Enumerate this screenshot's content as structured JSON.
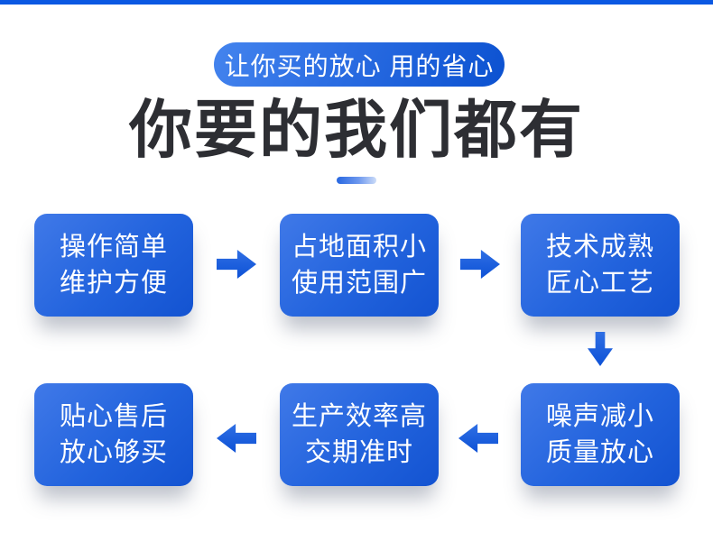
{
  "header": {
    "badge_label": "让你买的放心 用的省心",
    "title": "你要的我们都有"
  },
  "flow": {
    "boxes": [
      {
        "line1": "操作简单",
        "line2": "维护方便"
      },
      {
        "line1": "占地面积小",
        "line2": "使用范围广"
      },
      {
        "line1": "技术成熟",
        "line2": "匠心工艺"
      },
      {
        "line1": "噪声减小",
        "line2": "质量放心"
      },
      {
        "line1": "生产效率高",
        "line2": "交期准时"
      },
      {
        "line1": "贴心售后",
        "line2": "放心够买"
      }
    ],
    "arrows": [
      {
        "from": 1,
        "to": 2,
        "direction": "right"
      },
      {
        "from": 2,
        "to": 3,
        "direction": "right"
      },
      {
        "from": 3,
        "to": 4,
        "direction": "down"
      },
      {
        "from": 4,
        "to": 5,
        "direction": "left"
      },
      {
        "from": 5,
        "to": 6,
        "direction": "left"
      }
    ]
  },
  "colors": {
    "top_bar_blue": "#0b58e2",
    "box_gradient_start": "#4079e8",
    "box_gradient_end": "#1353d1",
    "badge_gradient_start": "#4484ee",
    "badge_gradient_end": "#0b51d0",
    "arrow_blue": "#1156dc",
    "title_text": "#2d2e33",
    "box_text": "#ffffff"
  }
}
